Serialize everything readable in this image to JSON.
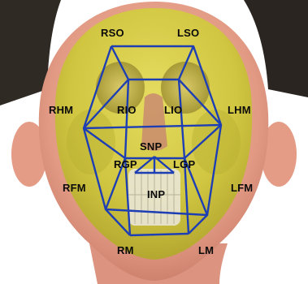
{
  "landmarks": {
    "rso": "RSO",
    "lso": "LSO",
    "rhm": "RHM",
    "rio": "RIO",
    "lio": "LIO",
    "lhm": "LHM",
    "snp": "SNP",
    "rgp": "RGP",
    "lgp": "LGP",
    "rfm": "RFM",
    "inp": "INP",
    "lfm": "LFM",
    "rm": "RM",
    "lm": "LM"
  },
  "colors": {
    "wireframe": "#1e3fb4",
    "skin": "#e8a38e",
    "skull": "#cfcc3a",
    "hair": "#3a3228",
    "label": "#0a0a0a"
  }
}
